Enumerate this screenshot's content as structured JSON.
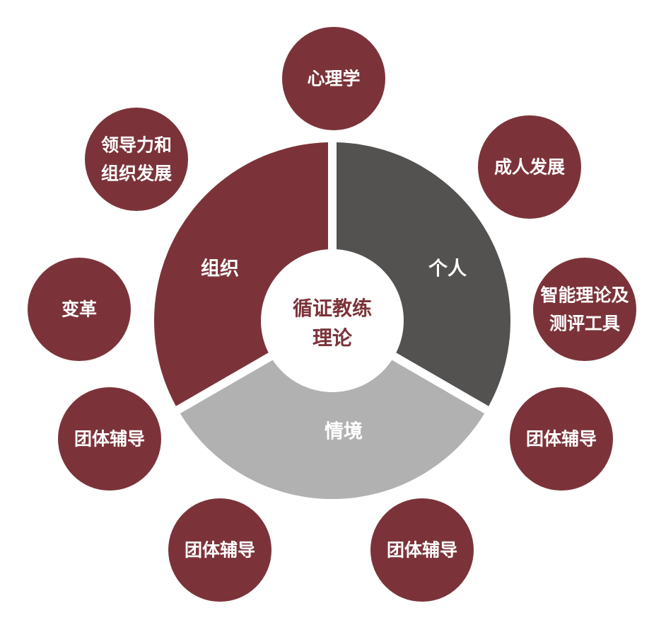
{
  "colors": {
    "maroon": "#7b3339",
    "dark_gray": "#535250",
    "light_gray": "#b1b1b1",
    "white": "#ffffff"
  },
  "center": {
    "lines": [
      "循证教练",
      "理论"
    ]
  },
  "segments": [
    {
      "key": "individual",
      "label": "个人",
      "color": "#535250"
    },
    {
      "key": "context",
      "label": "情境",
      "color": "#b1b1b1"
    },
    {
      "key": "organization",
      "label": "组织",
      "color": "#7b3339"
    }
  ],
  "satellites": [
    {
      "lines": [
        "心理学"
      ]
    },
    {
      "lines": [
        "成人发展"
      ]
    },
    {
      "lines": [
        "智能理论及",
        "测评工具"
      ]
    },
    {
      "lines": [
        "团体辅导"
      ]
    },
    {
      "lines": [
        "团体辅导"
      ]
    },
    {
      "lines": [
        "团体辅导"
      ]
    },
    {
      "lines": [
        "团体辅导"
      ]
    },
    {
      "lines": [
        "变革"
      ]
    },
    {
      "lines": [
        "领导力和",
        "组织发展"
      ]
    }
  ]
}
